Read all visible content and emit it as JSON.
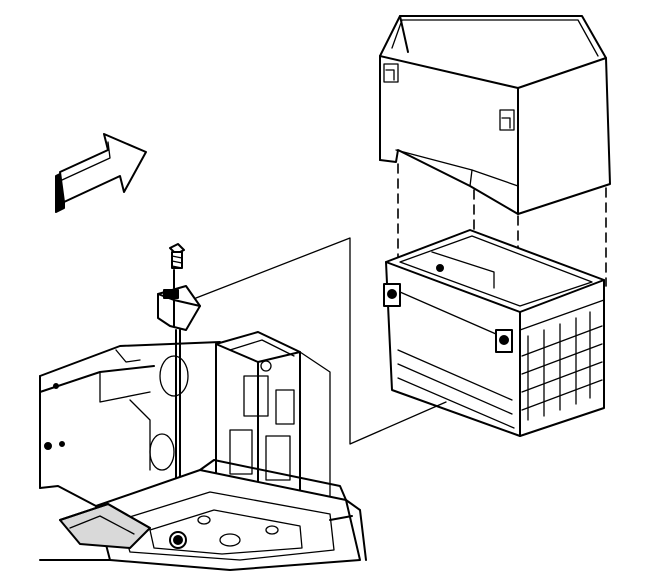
{
  "figure": {
    "kind": "exploded-view line illustration",
    "components": [
      "direction-arrow",
      "battery-insulator-cover",
      "battery",
      "hold-down-bolt",
      "hold-down-retainer",
      "battery-tray"
    ],
    "colors": {
      "line": "#000000",
      "background": "#ffffff"
    }
  }
}
